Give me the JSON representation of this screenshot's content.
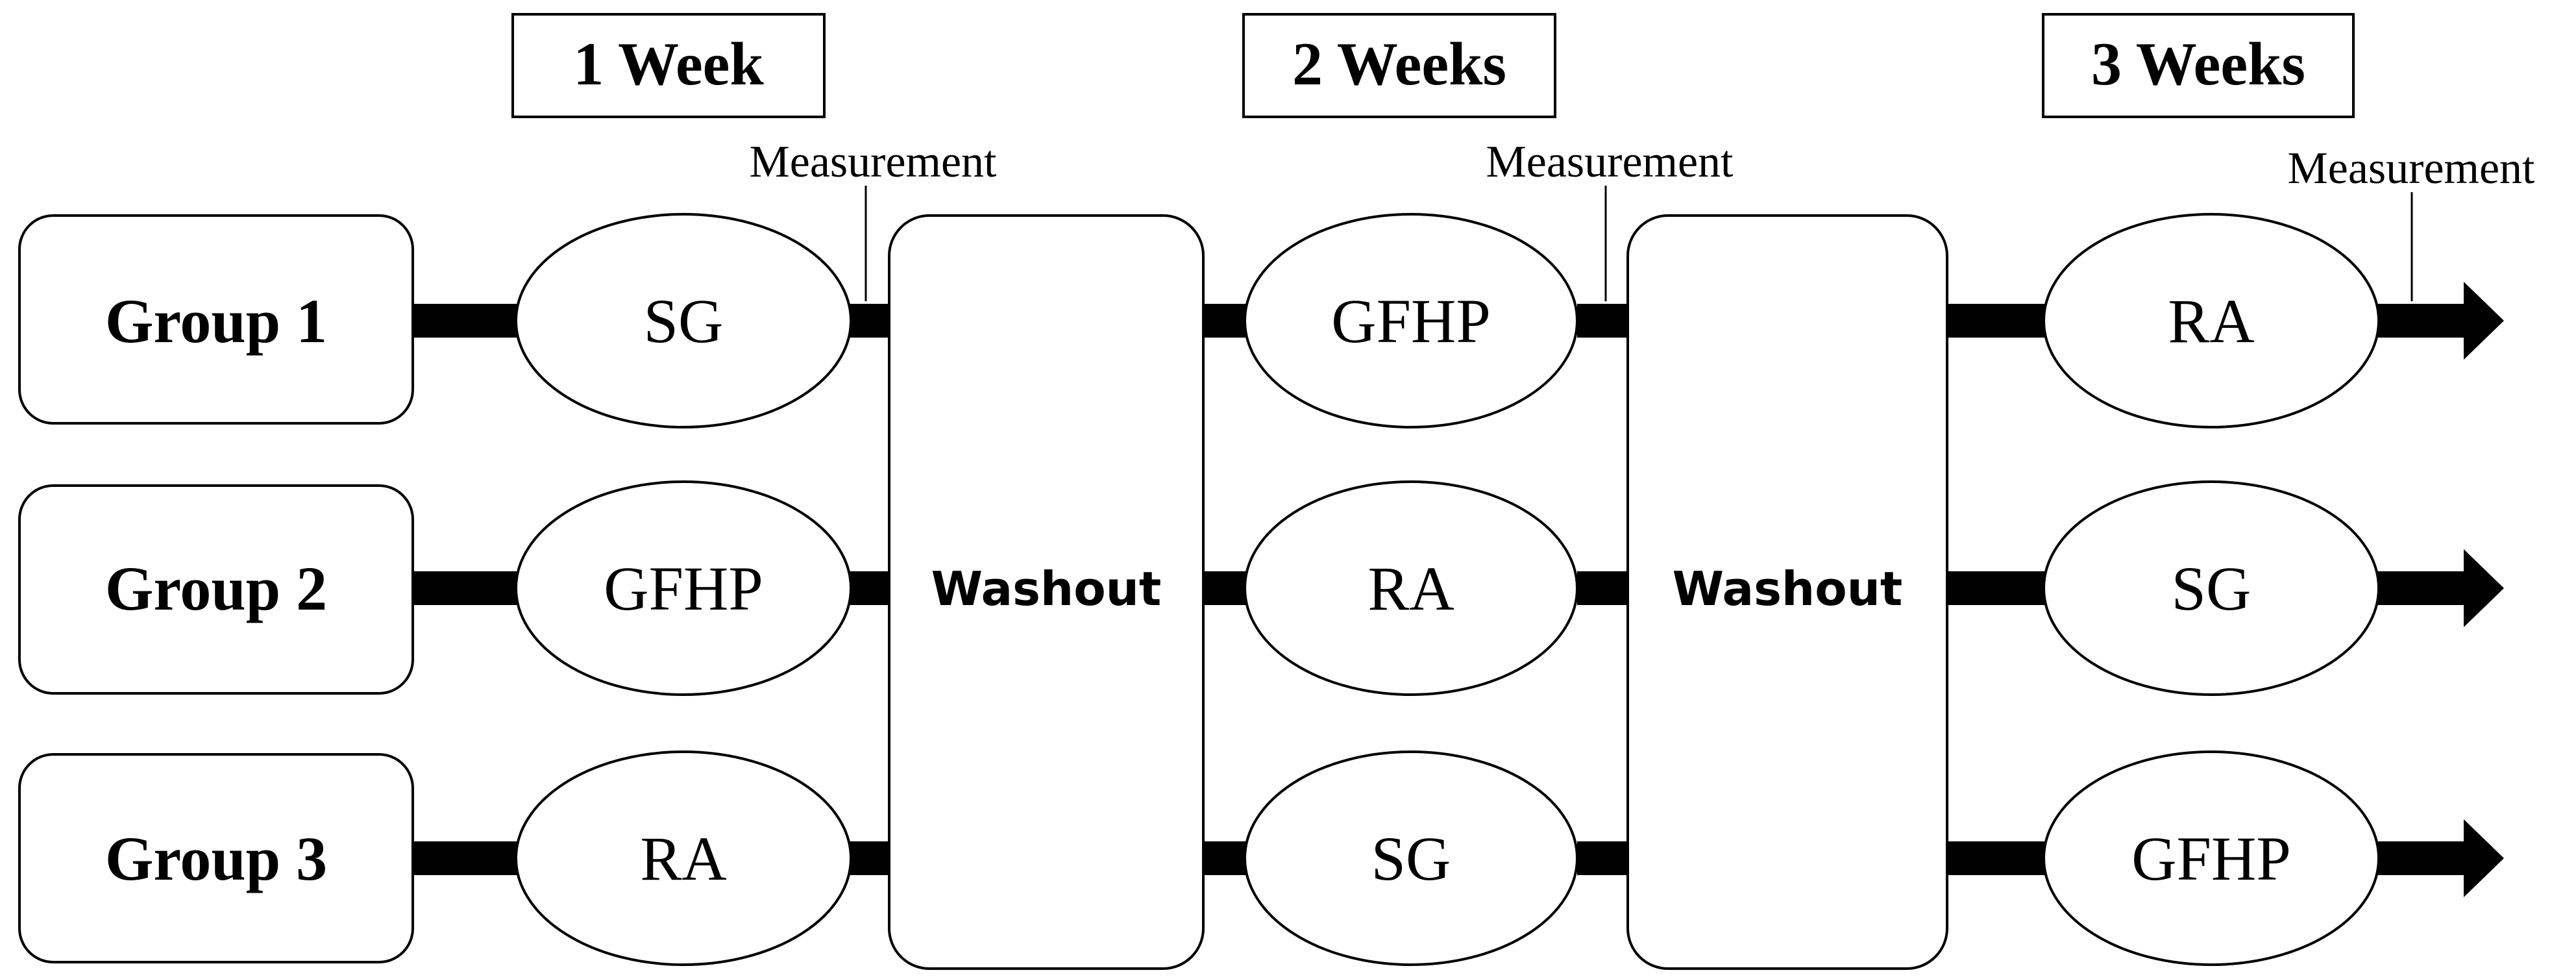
{
  "periods": [
    {
      "label": "1 Week"
    },
    {
      "label": "2 Weeks"
    },
    {
      "label": "3 Weeks"
    }
  ],
  "measurement_label": "Measurement",
  "washout_label": "Washout",
  "groups": [
    {
      "label": "Group 1",
      "treatments": [
        "SG",
        "GFHP",
        "RA"
      ]
    },
    {
      "label": "Group 2",
      "treatments": [
        "GFHP",
        "RA",
        "SG"
      ]
    },
    {
      "label": "Group 3",
      "treatments": [
        "RA",
        "SG",
        "GFHP"
      ]
    }
  ],
  "colors": {
    "stroke": "#000000",
    "fill": "#ffffff",
    "bar": "#000000",
    "text": "#000000"
  }
}
